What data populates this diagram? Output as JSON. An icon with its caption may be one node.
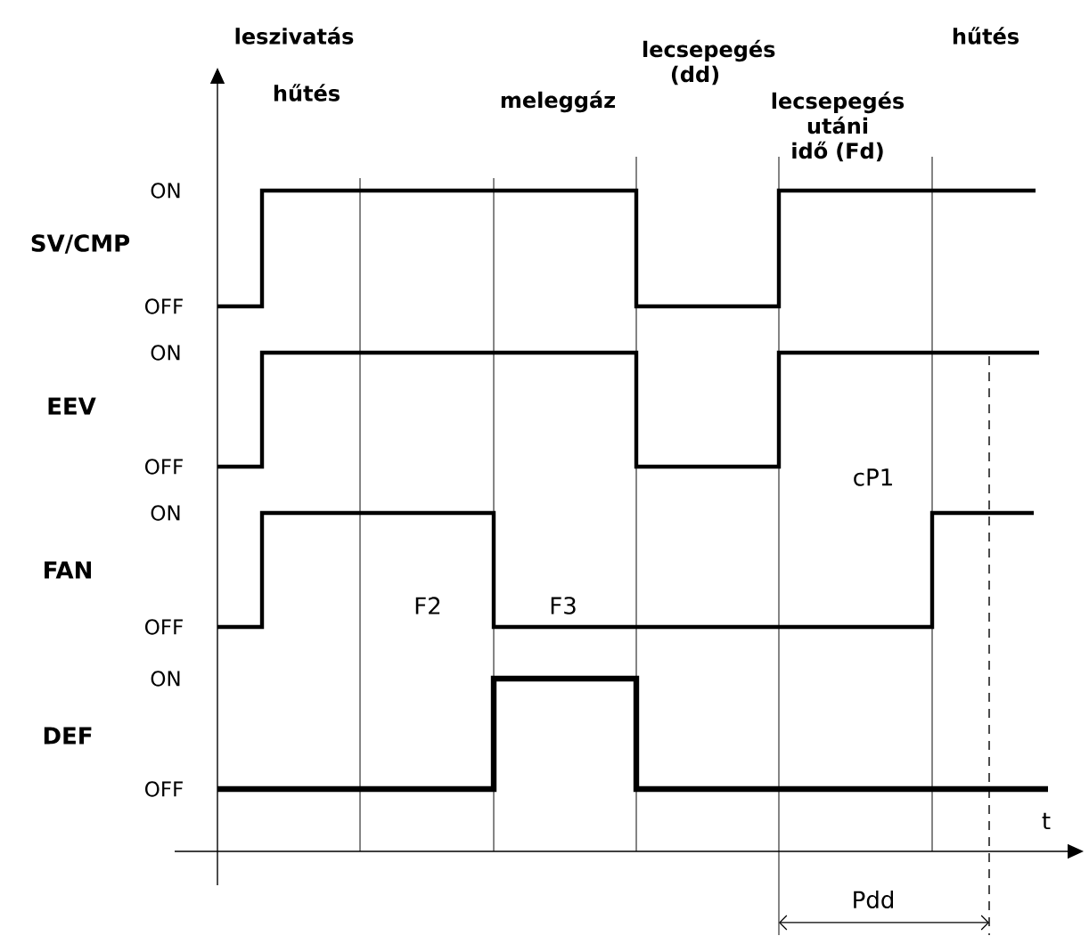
{
  "diagram": {
    "labels": [
      "leszivatás",
      "lecsepegés (dd)",
      "hűtés",
      "hűtés",
      "meleggáz",
      "lecsepegés utáni idő (Fd)",
      "ON",
      "SV/CMP",
      "OFF",
      "ON",
      "EEV",
      "OFF",
      "ON",
      "FAN",
      "OFF",
      "F2",
      "F3",
      "cP1",
      "ON",
      "DEF",
      "OFF",
      "t",
      "Pdd"
    ]
  }
}
